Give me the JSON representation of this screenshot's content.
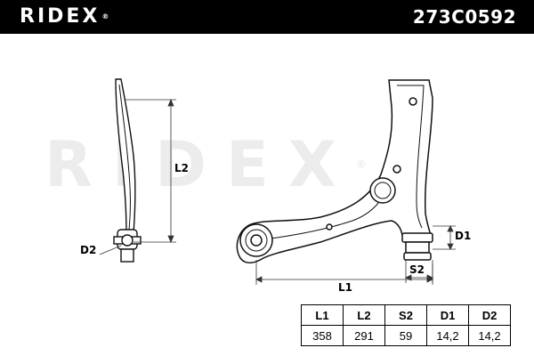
{
  "header": {
    "brand": "RIDEX",
    "brand_mark": "®",
    "part_number": "273C0592"
  },
  "watermark": {
    "text": "RIDEX",
    "mark": "®"
  },
  "dimension_labels": {
    "l2": "L2",
    "d2": "D2",
    "d1": "D1",
    "s2": "S2",
    "l1": "L1"
  },
  "spec_table": {
    "headers": [
      "L1",
      "L2",
      "S2",
      "D1",
      "D2"
    ],
    "values": [
      "358",
      "291",
      "59",
      "14,2",
      "14,2"
    ]
  }
}
